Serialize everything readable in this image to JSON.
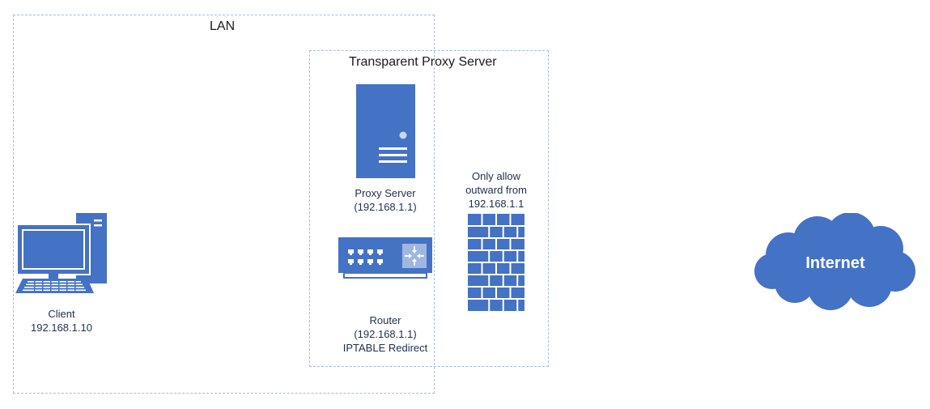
{
  "groups": {
    "lan": {
      "label": "LAN"
    },
    "proxy": {
      "label": "Transparent Proxy Server"
    }
  },
  "nodes": {
    "client": {
      "name": "Client",
      "ip": "192.168.1.10",
      "icon": "desktop-computer-icon"
    },
    "proxy_server": {
      "name": "Proxy Server",
      "ip": "(192.168.1.1)",
      "icon": "server-tower-icon"
    },
    "router": {
      "name": "Router",
      "ip": "(192.168.1.1)",
      "note": "IPTABLE Redirect",
      "icon": "network-switch-icon"
    },
    "firewall": {
      "line1": "Only allow",
      "line2": "outward from",
      "line3": "192.168.1.1",
      "icon": "firewall-brick-icon"
    },
    "internet": {
      "label": "Internet",
      "icon": "cloud-icon"
    }
  },
  "colors": {
    "shape_fill": "#4472c4",
    "group_border": "#a4bcdb",
    "text": "#1f2f4a"
  }
}
